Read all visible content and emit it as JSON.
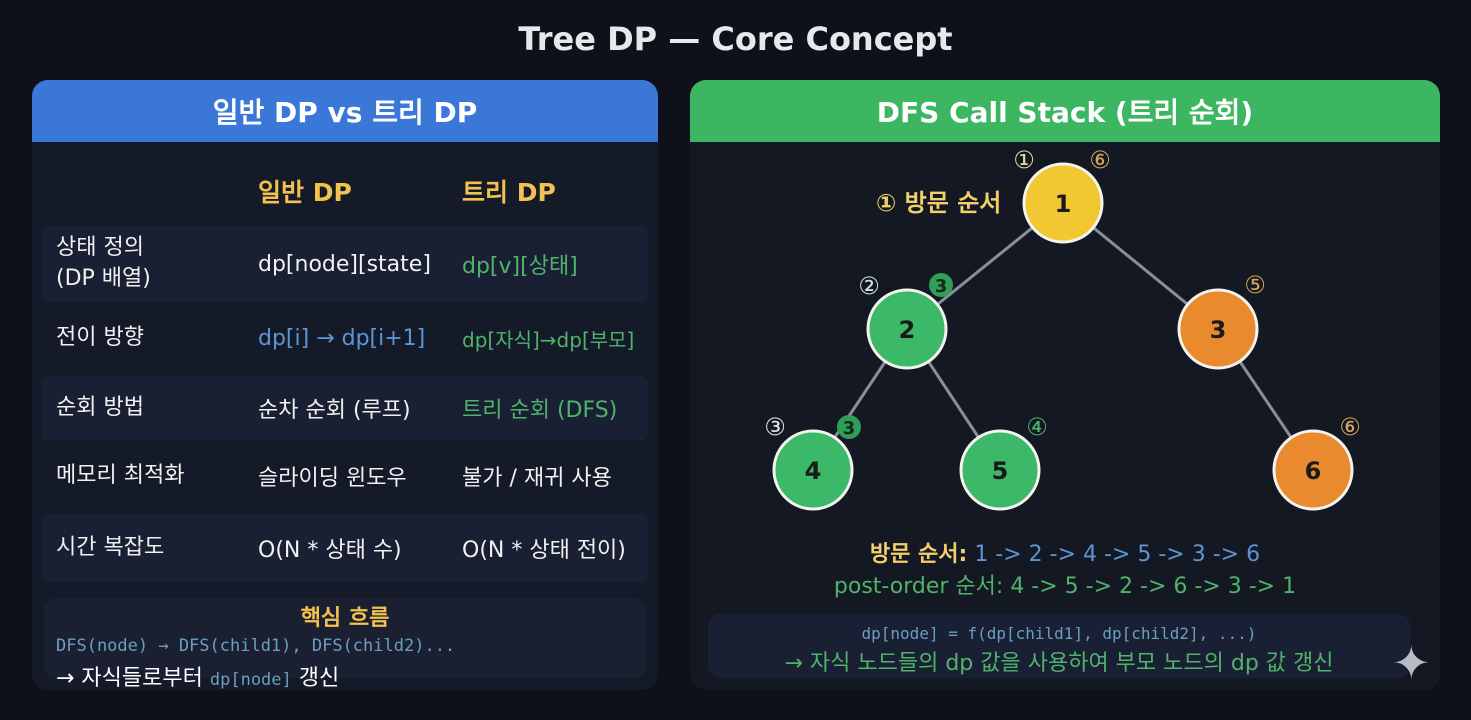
{
  "title": "Tree DP — Core Concept",
  "left": {
    "header": "일반 DP vs 트리 DP",
    "columns": [
      "일반 DP",
      "트리 DP"
    ],
    "rows": [
      {
        "label": "상태 정의\n(DP 배열)",
        "general": "dp[node][state]",
        "tree": "dp[v][상태]"
      },
      {
        "label": "전이 방향",
        "general": "dp[i] → dp[i+1]",
        "tree": "dp[자식]→dp[부모]"
      },
      {
        "label": "순회 방법",
        "general": "순차 순회 (루프)",
        "tree": "트리 순회 (DFS)"
      },
      {
        "label": "메모리 최적화",
        "general": "슬라이딩 윈도우",
        "tree": "불가 / 재귀 사용"
      },
      {
        "label": "시간 복잡도",
        "general": "O(N * 상태 수)",
        "tree": "O(N * 상태 전이)"
      }
    ],
    "flow": {
      "title": "핵심 흐름",
      "code": "DFS(node) → DFS(child1), DFS(child2)...",
      "note_prefix": "→ 자식들로부터",
      "note_code": "dp[node]",
      "note_suffix": "갱신"
    }
  },
  "right": {
    "header": "DFS Call Stack (트리 순회)",
    "legend": "① 방문 순서",
    "nodes": [
      {
        "label": "1",
        "color": "#f2c832",
        "badges": [
          "①",
          "⑥"
        ]
      },
      {
        "label": "2",
        "color": "#3bb868",
        "badges": [
          "②",
          "3"
        ]
      },
      {
        "label": "3",
        "color": "#ea8a2e",
        "badges": [
          "⑤"
        ]
      },
      {
        "label": "4",
        "color": "#3bb868",
        "badges": [
          "③",
          "3"
        ]
      },
      {
        "label": "5",
        "color": "#3bb868",
        "badges": [
          "④"
        ]
      },
      {
        "label": "6",
        "color": "#ea8a2e",
        "badges": [
          "⑥"
        ]
      }
    ],
    "visit_label": "방문 순서:",
    "visit_order": "1 -> 2 -> 4 -> 5 -> 3 -> 6",
    "post_label": "post-order 순서:",
    "post_order": "4 -> 5 -> 2 -> 6 -> 3 -> 1",
    "formula": "dp[node] = f(dp[child1], dp[child2], ...)",
    "formula_note": "→ 자식 노드들의 dp 값을 사용하여 부모 노드의 dp 값 갱신"
  }
}
